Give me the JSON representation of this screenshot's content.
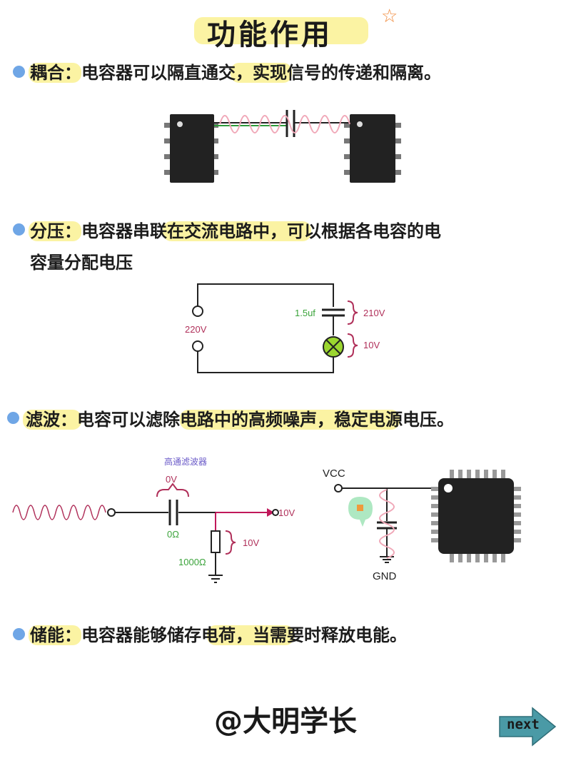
{
  "title": "功能作用",
  "sections": [
    {
      "term": "耦合",
      "colon": "：",
      "text": "电容器可以隔直通交，实现信号的传递和隔离。"
    },
    {
      "term": "分压",
      "colon": "：",
      "text": "电容器串联在交流电路中，可以根据各电容的电",
      "text2": "容量分配电压"
    },
    {
      "term": "滤波",
      "colon": "：",
      "text": "电容可以滤除电路中的高频噪声，稳定电源电压。"
    },
    {
      "term": "储能",
      "colon": "：",
      "text": "电容器能够储存电荷，当需要时释放电能。"
    }
  ],
  "divider_diagram": {
    "capacitor_label": "1.5uf",
    "cap_voltage": "210V",
    "source_voltage": "220V",
    "lamp_voltage": "10V"
  },
  "filter_diagram": {
    "title": "高通滤波器",
    "cap_voltage": "0V",
    "cap_impedance": "0Ω",
    "output_voltage": "10V",
    "resistor_voltage": "10V",
    "resistance": "1000Ω"
  },
  "decoupling_diagram": {
    "vcc": "VCC",
    "gnd": "GND"
  },
  "footer": "@大明学长",
  "next_label": "next",
  "colors": {
    "bullet": "#6fa6e6",
    "highlight": "#fbf3a3",
    "label_green": "#3aa33a",
    "label_pink": "#b0305a",
    "label_purple": "#6a5ac8",
    "wave": "#f0a8b8"
  }
}
